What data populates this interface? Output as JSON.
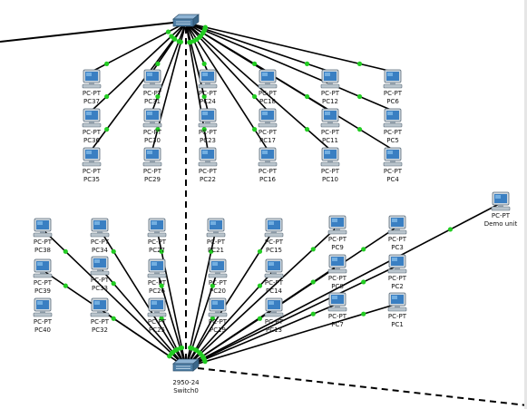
{
  "window": {
    "title": "Packet Tracer Logical Workspace"
  },
  "colors": {
    "cable": "#000000",
    "link_up": "#22cc22",
    "pc_monitor": "#3a7fc2",
    "pc_frame": "#cfd8df",
    "switch_body": "#4f7fa6"
  },
  "switches": [
    {
      "id": "top",
      "model": "",
      "name": "",
      "icon": "switch-icon"
    },
    {
      "id": "bottom",
      "model": "2950-24",
      "name": "Switch0",
      "icon": "switch-icon"
    }
  ],
  "devices": [
    {
      "id": "PC37",
      "type": "PC-PT",
      "name": "PC37",
      "switch": "top"
    },
    {
      "id": "PC31",
      "type": "PC-PT",
      "name": "PC31",
      "switch": "top"
    },
    {
      "id": "PC24",
      "type": "PC-PT",
      "name": "PC24",
      "switch": "top"
    },
    {
      "id": "PC18",
      "type": "PC-PT",
      "name": "PC18",
      "switch": "top"
    },
    {
      "id": "PC12",
      "type": "PC-PT",
      "name": "PC12",
      "switch": "top"
    },
    {
      "id": "PC6",
      "type": "PC-PT",
      "name": "PC6",
      "switch": "top"
    },
    {
      "id": "PC36",
      "type": "PC-PT",
      "name": "PC36",
      "switch": "top"
    },
    {
      "id": "PC30",
      "type": "PC-PT",
      "name": "PC30",
      "switch": "top"
    },
    {
      "id": "PC23",
      "type": "PC-PT",
      "name": "PC23",
      "switch": "top"
    },
    {
      "id": "PC17",
      "type": "PC-PT",
      "name": "PC17",
      "switch": "top"
    },
    {
      "id": "PC11",
      "type": "PC-PT",
      "name": "PC11",
      "switch": "top"
    },
    {
      "id": "PC5",
      "type": "PC-PT",
      "name": "PC5",
      "switch": "top"
    },
    {
      "id": "PC35",
      "type": "PC-PT",
      "name": "PC35",
      "switch": "top"
    },
    {
      "id": "PC29",
      "type": "PC-PT",
      "name": "PC29",
      "switch": "top"
    },
    {
      "id": "PC22",
      "type": "PC-PT",
      "name": "PC22",
      "switch": "top"
    },
    {
      "id": "PC16",
      "type": "PC-PT",
      "name": "PC16",
      "switch": "top"
    },
    {
      "id": "PC10",
      "type": "PC-PT",
      "name": "PC10",
      "switch": "top"
    },
    {
      "id": "PC4",
      "type": "PC-PT",
      "name": "PC4",
      "switch": "top"
    },
    {
      "id": "Demo",
      "type": "PC-PT",
      "name": "Demo unit",
      "switch": "bottom"
    },
    {
      "id": "PC38",
      "type": "PC-PT",
      "name": "PC38",
      "switch": "bottom"
    },
    {
      "id": "PC34",
      "type": "PC-PT",
      "name": "PC34",
      "switch": "bottom"
    },
    {
      "id": "PC27",
      "type": "PC-PT",
      "name": "PC27",
      "switch": "bottom"
    },
    {
      "id": "PC21",
      "type": "PC-PT",
      "name": "PC21",
      "switch": "bottom"
    },
    {
      "id": "PC15",
      "type": "PC-PT",
      "name": "PC15",
      "switch": "bottom"
    },
    {
      "id": "PC9",
      "type": "PC-PT",
      "name": "PC9",
      "switch": "bottom"
    },
    {
      "id": "PC3",
      "type": "PC-PT",
      "name": "PC3",
      "switch": "bottom"
    },
    {
      "id": "PC39",
      "type": "PC-PT",
      "name": "PC39",
      "switch": "bottom"
    },
    {
      "id": "PC33",
      "type": "PC-PT",
      "name": "PC33",
      "switch": "bottom"
    },
    {
      "id": "PC26",
      "type": "PC-PT",
      "name": "PC26",
      "switch": "bottom"
    },
    {
      "id": "PC20",
      "type": "PC-PT",
      "name": "PC20",
      "switch": "bottom"
    },
    {
      "id": "PC14",
      "type": "PC-PT",
      "name": "PC14",
      "switch": "bottom"
    },
    {
      "id": "PC8",
      "type": "PC-PT",
      "name": "PC8",
      "switch": "bottom"
    },
    {
      "id": "PC2",
      "type": "PC-PT",
      "name": "PC2",
      "switch": "bottom"
    },
    {
      "id": "PC40",
      "type": "PC-PT",
      "name": "PC40",
      "switch": ""
    },
    {
      "id": "PC32",
      "type": "PC-PT",
      "name": "PC32",
      "switch": "bottom"
    },
    {
      "id": "PC25",
      "type": "PC-PT",
      "name": "PC25",
      "switch": "bottom"
    },
    {
      "id": "PC19",
      "type": "PC-PT",
      "name": "PC19",
      "switch": "bottom"
    },
    {
      "id": "PC13",
      "type": "PC-PT",
      "name": "PC13",
      "switch": "bottom"
    },
    {
      "id": "PC7",
      "type": "PC-PT",
      "name": "PC7",
      "switch": "bottom"
    },
    {
      "id": "PC1",
      "type": "PC-PT",
      "name": "PC1",
      "switch": "bottom"
    }
  ],
  "trunk_links": [
    {
      "from": "top",
      "to": "bottom",
      "style": "dashed"
    },
    {
      "from": "bottom",
      "to": "offscreen-bottom-right",
      "style": "dashed"
    },
    {
      "from": "offscreen-left",
      "to": "top",
      "style": "solid"
    }
  ]
}
